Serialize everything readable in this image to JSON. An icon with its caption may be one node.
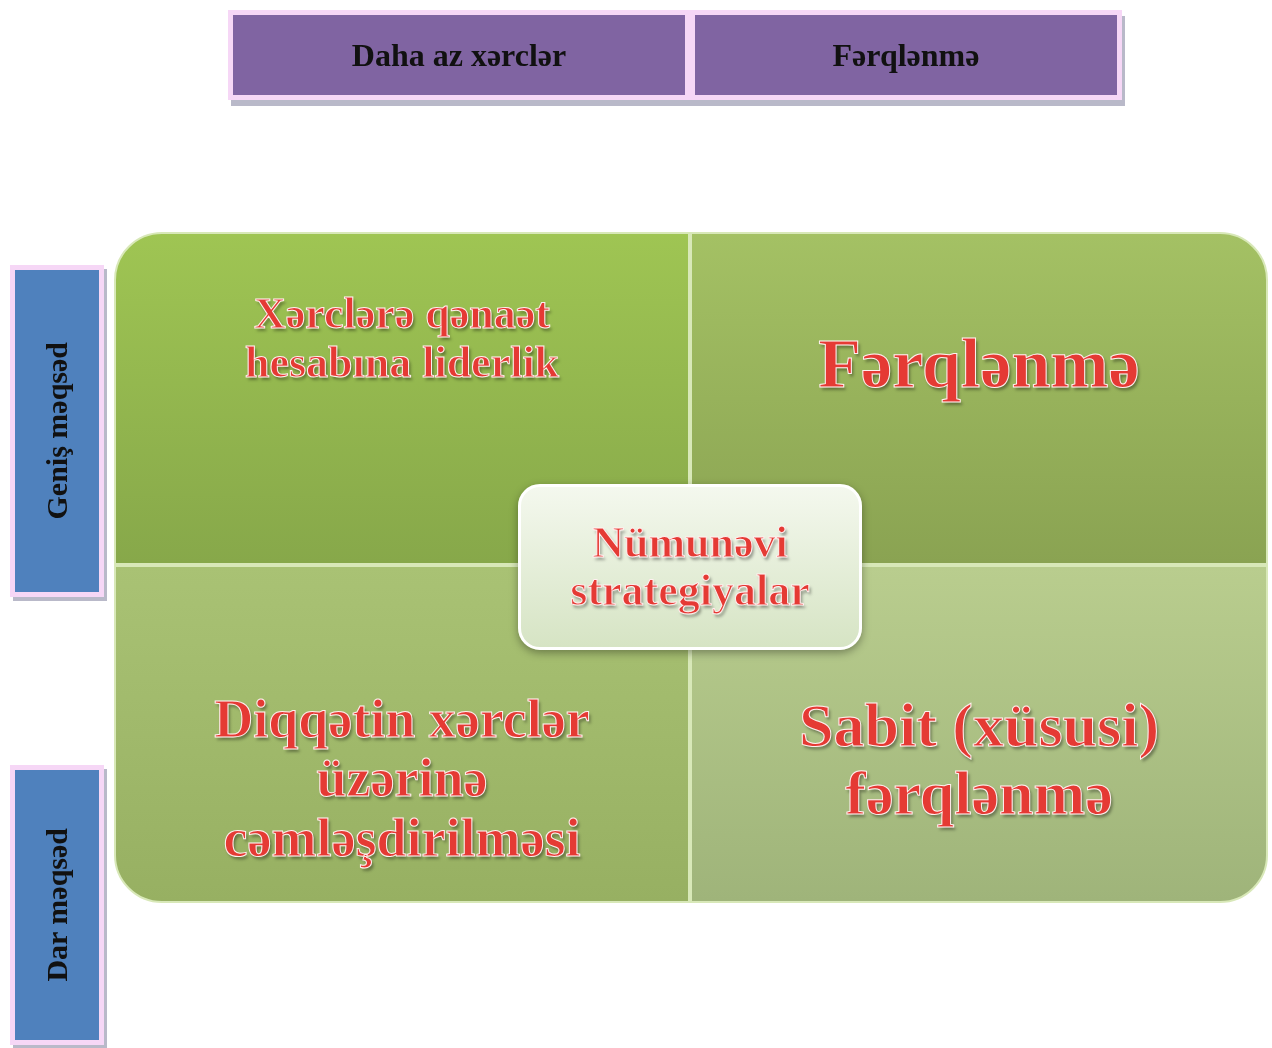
{
  "diagram": {
    "nodes": [
      {
        "text": [
          "Daha az xərclər"
        ]
      },
      {
        "text": [
          "Fərqlənmə"
        ]
      },
      {
        "text": [
          "Geniş məqsəd"
        ]
      },
      {
        "text": [
          "Xərclərə qənaət hesabına liderlik"
        ]
      },
      {
        "text": [
          "Fərqlənmə"
        ]
      },
      {
        "text": [
          "Nümunəvi strategiyalar"
        ]
      },
      {
        "text": [
          "Diqqətin xərclər üzərinə cəmləşdirilməsi"
        ]
      },
      {
        "text": [
          "Sabit (xüsusi) fərqlənmə"
        ]
      },
      {
        "text": [
          "Dar məqsəd"
        ]
      }
    ]
  }
}
